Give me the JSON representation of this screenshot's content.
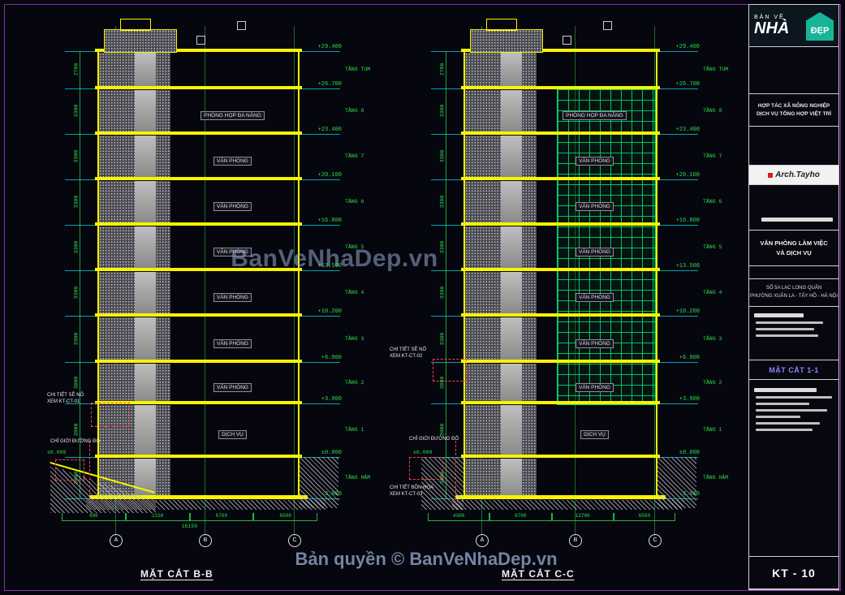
{
  "canvas": {
    "bg": "#06060f",
    "frame_color": "#8b2fa8"
  },
  "watermark": {
    "center_text": "BanVeNhaDep.vn",
    "copyright_text": "Bản quyền © BanVeNhaDep.vn"
  },
  "levels": [
    "+29.400",
    "+26.700",
    "+23.400",
    "+20.100",
    "+16.800",
    "+13.500",
    "+10.200",
    "+6.900",
    "+3.900",
    "±0.000",
    "-3.000"
  ],
  "storey_dims": [
    "2700",
    "3300",
    "3300",
    "3300",
    "3300",
    "3300",
    "3300",
    "3000",
    "3900",
    "3000"
  ],
  "floor_names": [
    "TẦNG TUM",
    "TẦNG 8",
    "TẦNG 7",
    "TẦNG 6",
    "TẦNG 5",
    "TẦNG 4",
    "TẦNG 3",
    "TẦNG 2",
    "TẦNG 1",
    "TẦNG HẦM"
  ],
  "ground_marker": "±0.000",
  "sections": [
    {
      "label": "MẶT CẮT B-B",
      "rooms": [
        "",
        "PHÒNG HỌP ĐA NĂNG",
        "VĂN PHÒNG",
        "VĂN PHÒNG",
        "VĂN PHÒNG",
        "VĂN PHÒNG",
        "VĂN PHÒNG",
        "VĂN PHÒNG",
        "DỊCH VỤ",
        ""
      ],
      "grid_bubbles": [
        "A",
        "B",
        "C"
      ],
      "bottom_dims": [
        "800",
        "2150",
        "6700",
        "6500"
      ],
      "bottom_total": "16150",
      "callouts": [
        {
          "text1": "CHI TIẾT SÊ NÔ",
          "text2": "XEM KT-CT-01"
        },
        {
          "text1": "CHỈ GIỚI ĐƯỜNG ĐỎ",
          "text2": ""
        }
      ]
    },
    {
      "label": "MẶT CẮT C-C",
      "rooms": [
        "",
        "PHÒNG HỌP ĐA NĂNG",
        "VĂN PHÒNG",
        "VĂN PHÒNG",
        "VĂN PHÒNG",
        "VĂN PHÒNG",
        "VĂN PHÒNG",
        "VĂN PHÒNG",
        "DỊCH VỤ",
        ""
      ],
      "grid_bubbles": [
        "A",
        "B",
        "C"
      ],
      "bottom_dims": [
        "4300",
        "6700",
        "12700",
        "6500"
      ],
      "bottom_total": "",
      "callouts": [
        {
          "text1": "CHI TIẾT SÊ NÔ",
          "text2": "XEM KT-CT-02"
        },
        {
          "text1": "CHỈ GIỚI ĐƯỜNG ĐỎ",
          "text2": ""
        },
        {
          "text1": "CHI TIẾT BỒN HOA",
          "text2": "XEM KT-CT-03"
        }
      ]
    }
  ],
  "titleblock": {
    "logo_top": "BẢN VẼ",
    "logo_main": "NHÀ",
    "logo_accent": "ĐẸP",
    "company_line1": "HỢP TÁC XÃ NÔNG NGHIỆP",
    "company_line2": "DỊCH VỤ TỔNG HỢP VIỆT TRÌ",
    "firm": "Arch.Tayho",
    "project_line1": "VĂN PHÒNG LÀM VIỆC",
    "project_line2": "VÀ DỊCH VỤ",
    "address_line1": "SỐ 5A LẠC LONG QUÂN",
    "address_line2": "PHƯỜNG XUÂN LA - TÂY HỒ - HÀ NỘI",
    "drawing_title": "MẶT CẮT 1-1",
    "sheet_no": "KT - 10"
  }
}
